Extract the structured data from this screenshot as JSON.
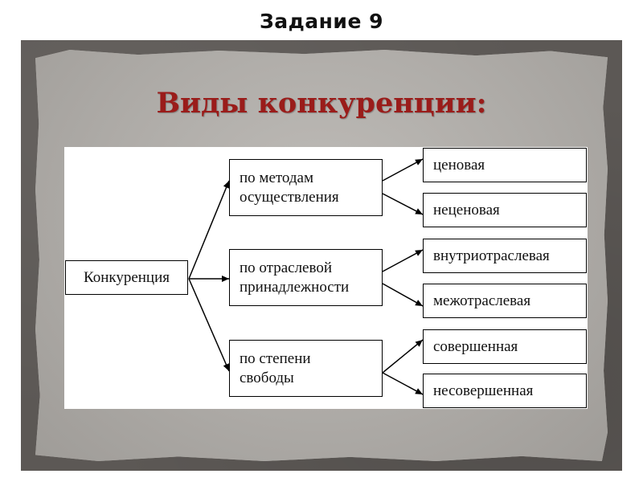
{
  "header": {
    "title": "Задание 9"
  },
  "slide": {
    "title": "Виды конкуренции:"
  },
  "diagram": {
    "root": "Конкуренция",
    "groups": [
      {
        "label": "по методам осуществления",
        "line1": "по методам",
        "line2": "осуществления",
        "children": [
          "ценовая",
          "неценовая"
        ]
      },
      {
        "label": "по отраслевой принадлежности",
        "line1": "по отраслевой",
        "line2": "принадлежности",
        "children": [
          "внутриотраслевая",
          "межотраслевая"
        ]
      },
      {
        "label": "по степени свободы",
        "line1": "по степени",
        "line2": "свободы",
        "children": [
          "совершенная",
          "несовершенная"
        ]
      }
    ]
  },
  "colors": {
    "title_red": "#9a1c1a",
    "frame": "#5c5855",
    "paper": "#aeaba7"
  }
}
